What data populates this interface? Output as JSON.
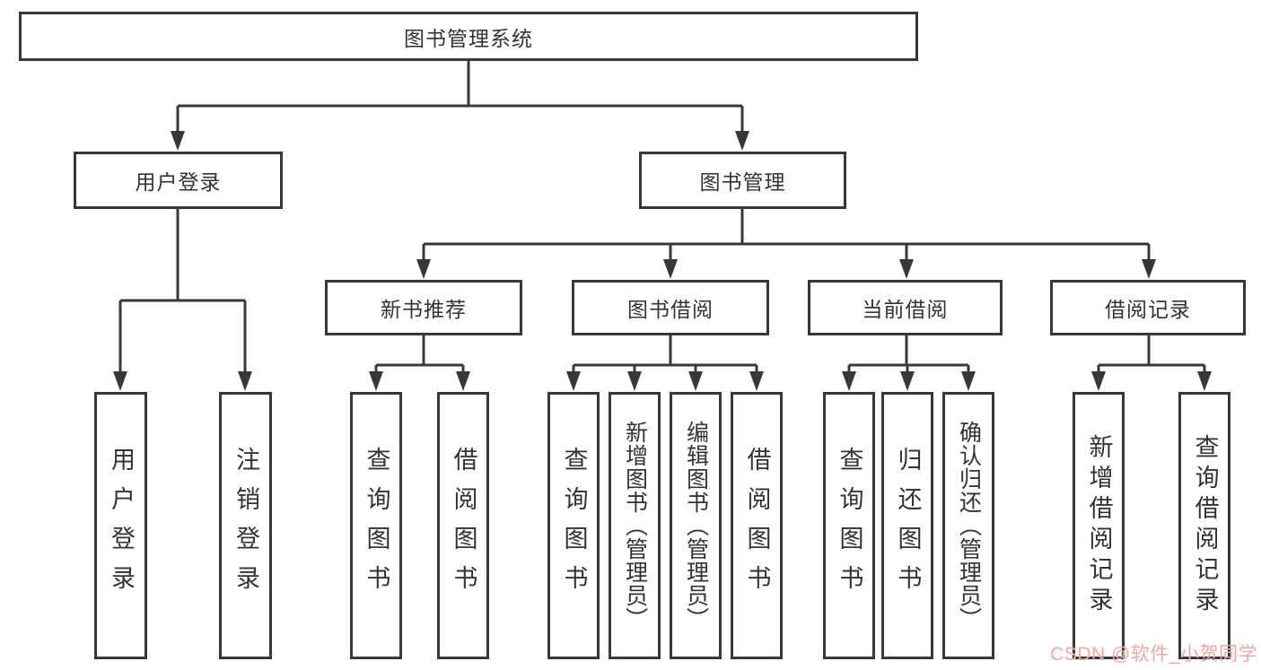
{
  "diagram": {
    "root": {
      "label": "图书管理系统"
    },
    "level2": {
      "user_login": {
        "label": "用户登录"
      },
      "book_mgmt": {
        "label": "图书管理"
      }
    },
    "level3": {
      "new_book_rec": {
        "label": "新书推荐"
      },
      "book_borrow": {
        "label": "图书借阅"
      },
      "current_borrow": {
        "label": "当前借阅"
      },
      "borrow_records": {
        "label": "借阅记录"
      }
    },
    "leaves": {
      "user_login_1": {
        "label": "用户登录"
      },
      "user_login_2": {
        "label": "注销登录"
      },
      "new_rec_1": {
        "label": "查询图书"
      },
      "new_rec_2": {
        "label": "借阅图书"
      },
      "borrow_1": {
        "label": "查询图书"
      },
      "borrow_2": {
        "label": "新增图书（管理员）"
      },
      "borrow_3": {
        "label": "编辑图书（管理员）"
      },
      "borrow_4": {
        "label": "借阅图书"
      },
      "current_1": {
        "label": "查询图书"
      },
      "current_2": {
        "label": "归还图书"
      },
      "current_3": {
        "label": "确认归还（管理员）"
      },
      "records_1": {
        "label": "新增借阅记录"
      },
      "records_2": {
        "label": "查询借阅记录"
      }
    },
    "watermark": {
      "text": "CSDN @软件_小贺同学",
      "color": "#f3a7a2"
    },
    "colors": {
      "line": "#383838",
      "text": "#333333",
      "background": "#ffffff"
    }
  }
}
